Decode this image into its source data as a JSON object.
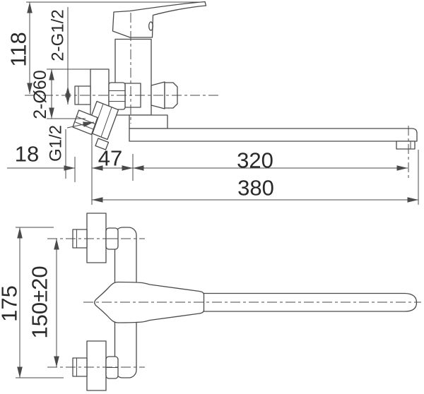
{
  "drawing": {
    "kind": "technical dimension drawing",
    "subject": "wall-mounted single-lever bath mixer with long swivel spout",
    "views": [
      "side view",
      "front/plan view"
    ]
  },
  "dims": {
    "height_overall": "118",
    "thread_pair": "2-G1/2",
    "escutcheon_pair": "2-Ø60",
    "outlet_thread": "G1/2",
    "wall_offset": "18",
    "body_offset": "47",
    "spout_reach": "320",
    "total_reach": "380",
    "front_height": "175",
    "centers_distance": "150±20"
  },
  "colors": {
    "line": "#4a4a4a",
    "text": "#2a2a2a",
    "background": "#ffffff"
  }
}
